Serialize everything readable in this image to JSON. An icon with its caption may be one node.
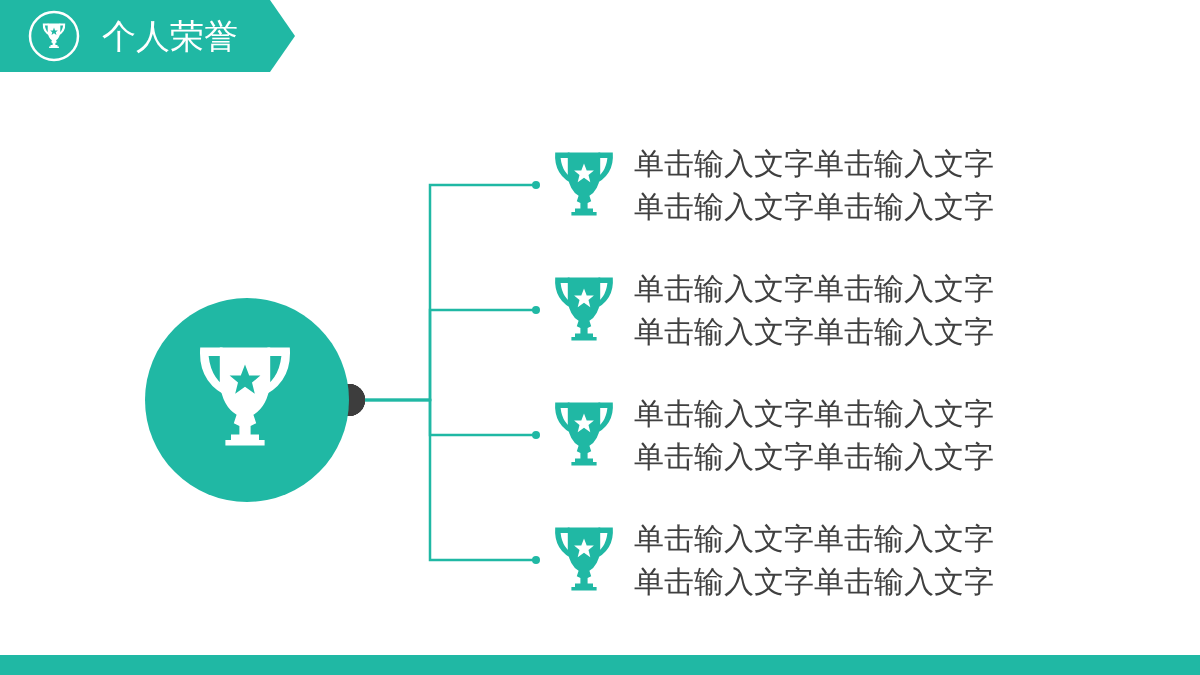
{
  "diagram": {
    "title": "个人荣誉",
    "nodes": [
      {
        "text": [],
        "shape": "circle"
      },
      {
        "text": [
          "单击输入文字单击输入文字单击输入文字单击输入文字"
        ]
      },
      {
        "text": [
          "单击输入文字单击输入文字单击输入文字单击输入文字"
        ]
      },
      {
        "text": [
          "单击输入文字单击输入文字单击输入文字单击输入文字"
        ]
      },
      {
        "text": [
          "单击输入文字单击输入文字单击输入文字单击输入文字"
        ]
      }
    ],
    "edges": [
      {
        "from": 0,
        "to": 1,
        "arrow": "other"
      },
      {
        "from": 0,
        "to": 2,
        "arrow": "other"
      },
      {
        "from": 0,
        "to": 3,
        "arrow": "other"
      },
      {
        "from": 0,
        "to": 4,
        "arrow": "other"
      }
    ]
  }
}
